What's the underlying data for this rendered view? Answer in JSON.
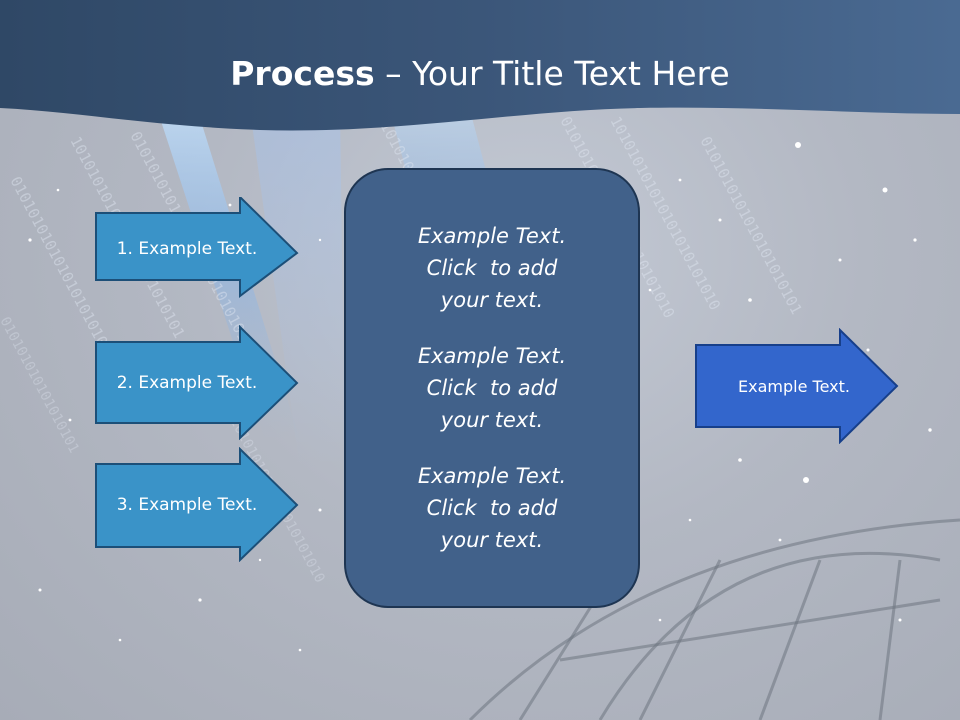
{
  "title": {
    "bold": "Process",
    "rest": " – Your Title Text Here"
  },
  "left_steps": [
    {
      "label": "1. Example Text."
    },
    {
      "label": "2. Example Text."
    },
    {
      "label": "3. Example Text."
    }
  ],
  "center_box": {
    "paragraphs": [
      {
        "line1": "Example Text.",
        "line2": "Click  to add",
        "line3": "your text."
      },
      {
        "line1": "Example Text.",
        "line2": "Click  to add",
        "line3": "your text."
      },
      {
        "line1": "Example Text.",
        "line2": "Click  to add",
        "line3": "your text."
      }
    ]
  },
  "output_arrow": {
    "label": "Example Text."
  },
  "colors": {
    "header": "#3f5b80",
    "step_arrow_fill": "#3a93c8",
    "step_arrow_border": "#1c4f78",
    "center_box_fill": "#41618a",
    "output_arrow_fill": "#3366cc",
    "output_arrow_border": "#173f8a"
  }
}
